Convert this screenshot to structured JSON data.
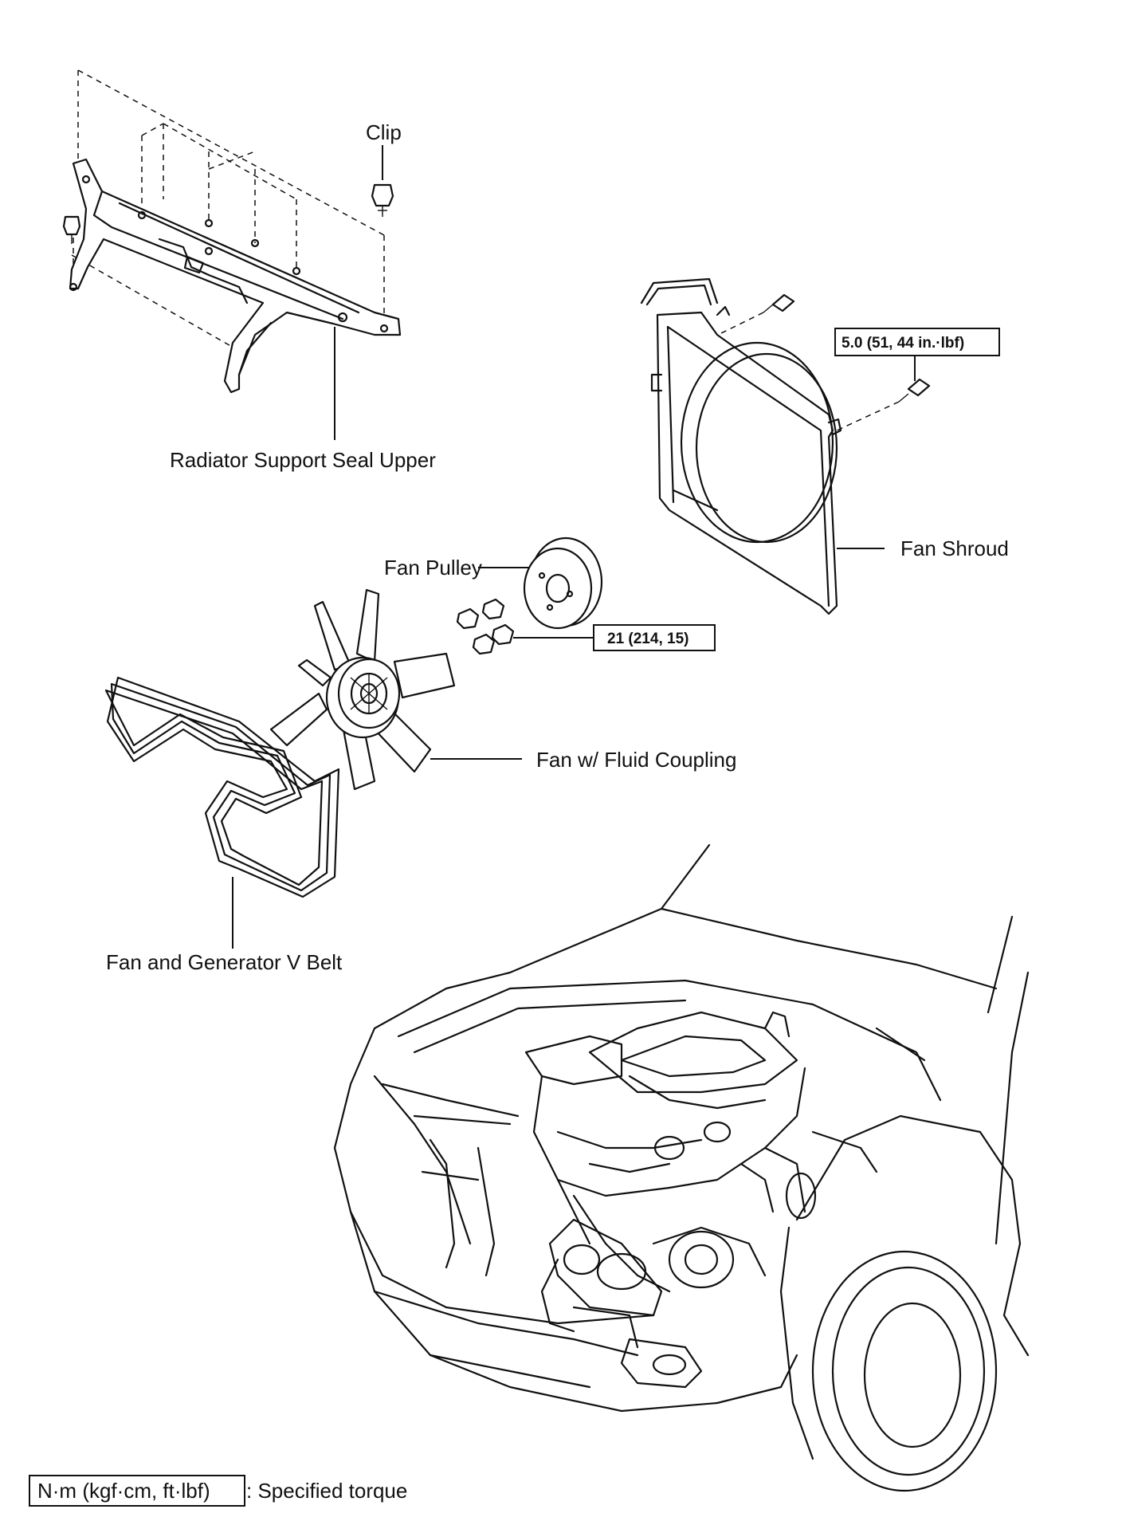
{
  "labels": {
    "clip": "Clip",
    "radiator_support_seal_upper": "Radiator Support Seal Upper",
    "fan_shroud": "Fan Shroud",
    "fan_pulley": "Fan Pulley",
    "fan_fluid_coupling": "Fan w/ Fluid Coupling",
    "fan_generator_v_belt": "Fan and Generator V Belt"
  },
  "torques": {
    "shroud_bolt": "5.0 (51, 44 in.·lbf)",
    "pulley_nut": "21 (214, 15)"
  },
  "legend": {
    "unit_box": "N·m (kgf·cm, ft·lbf)",
    "description": ": Specified torque"
  }
}
